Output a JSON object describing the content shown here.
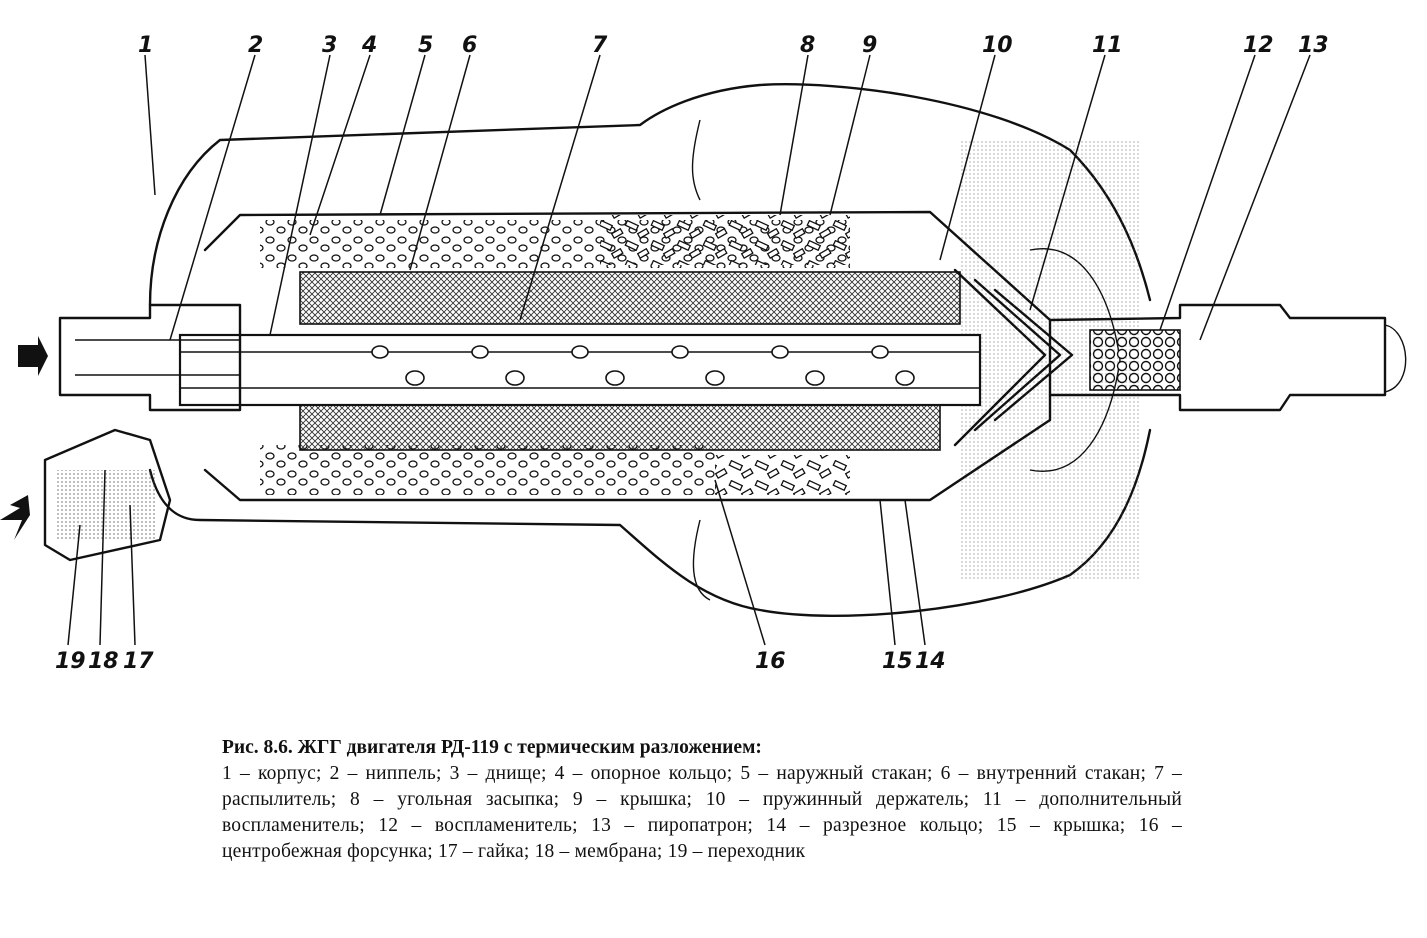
{
  "callouts": [
    {
      "n": "1"
    },
    {
      "n": "2"
    },
    {
      "n": "3"
    },
    {
      "n": "4"
    },
    {
      "n": "5"
    },
    {
      "n": "6"
    },
    {
      "n": "7"
    },
    {
      "n": "8"
    },
    {
      "n": "9"
    },
    {
      "n": "10"
    },
    {
      "n": "11"
    },
    {
      "n": "12"
    },
    {
      "n": "13"
    },
    {
      "n": "14"
    },
    {
      "n": "15"
    },
    {
      "n": "16"
    },
    {
      "n": "17"
    },
    {
      "n": "18"
    },
    {
      "n": "19"
    }
  ],
  "caption": {
    "title": "Рис. 8.6. ЖГГ двигателя РД-119 с термическим разложением:",
    "items": "1 – корпус; 2 – ниппель; 3 – днище; 4 – опорное кольцо; 5 – наружный стакан; 6 – внутренний стакан; 7 – распылитель; 8 – угольная засыпка; 9 – крышка; 10 – пружинный держатель; 11 – дополнительный воспламенитель; 12 – воспламенитель; 13 – пиропатрон; 14 – разрезное кольцо; 15 – крышка; 16 – центробежная форсунка; 17 – гайка; 18 – мембрана; 19 – переходник"
  }
}
